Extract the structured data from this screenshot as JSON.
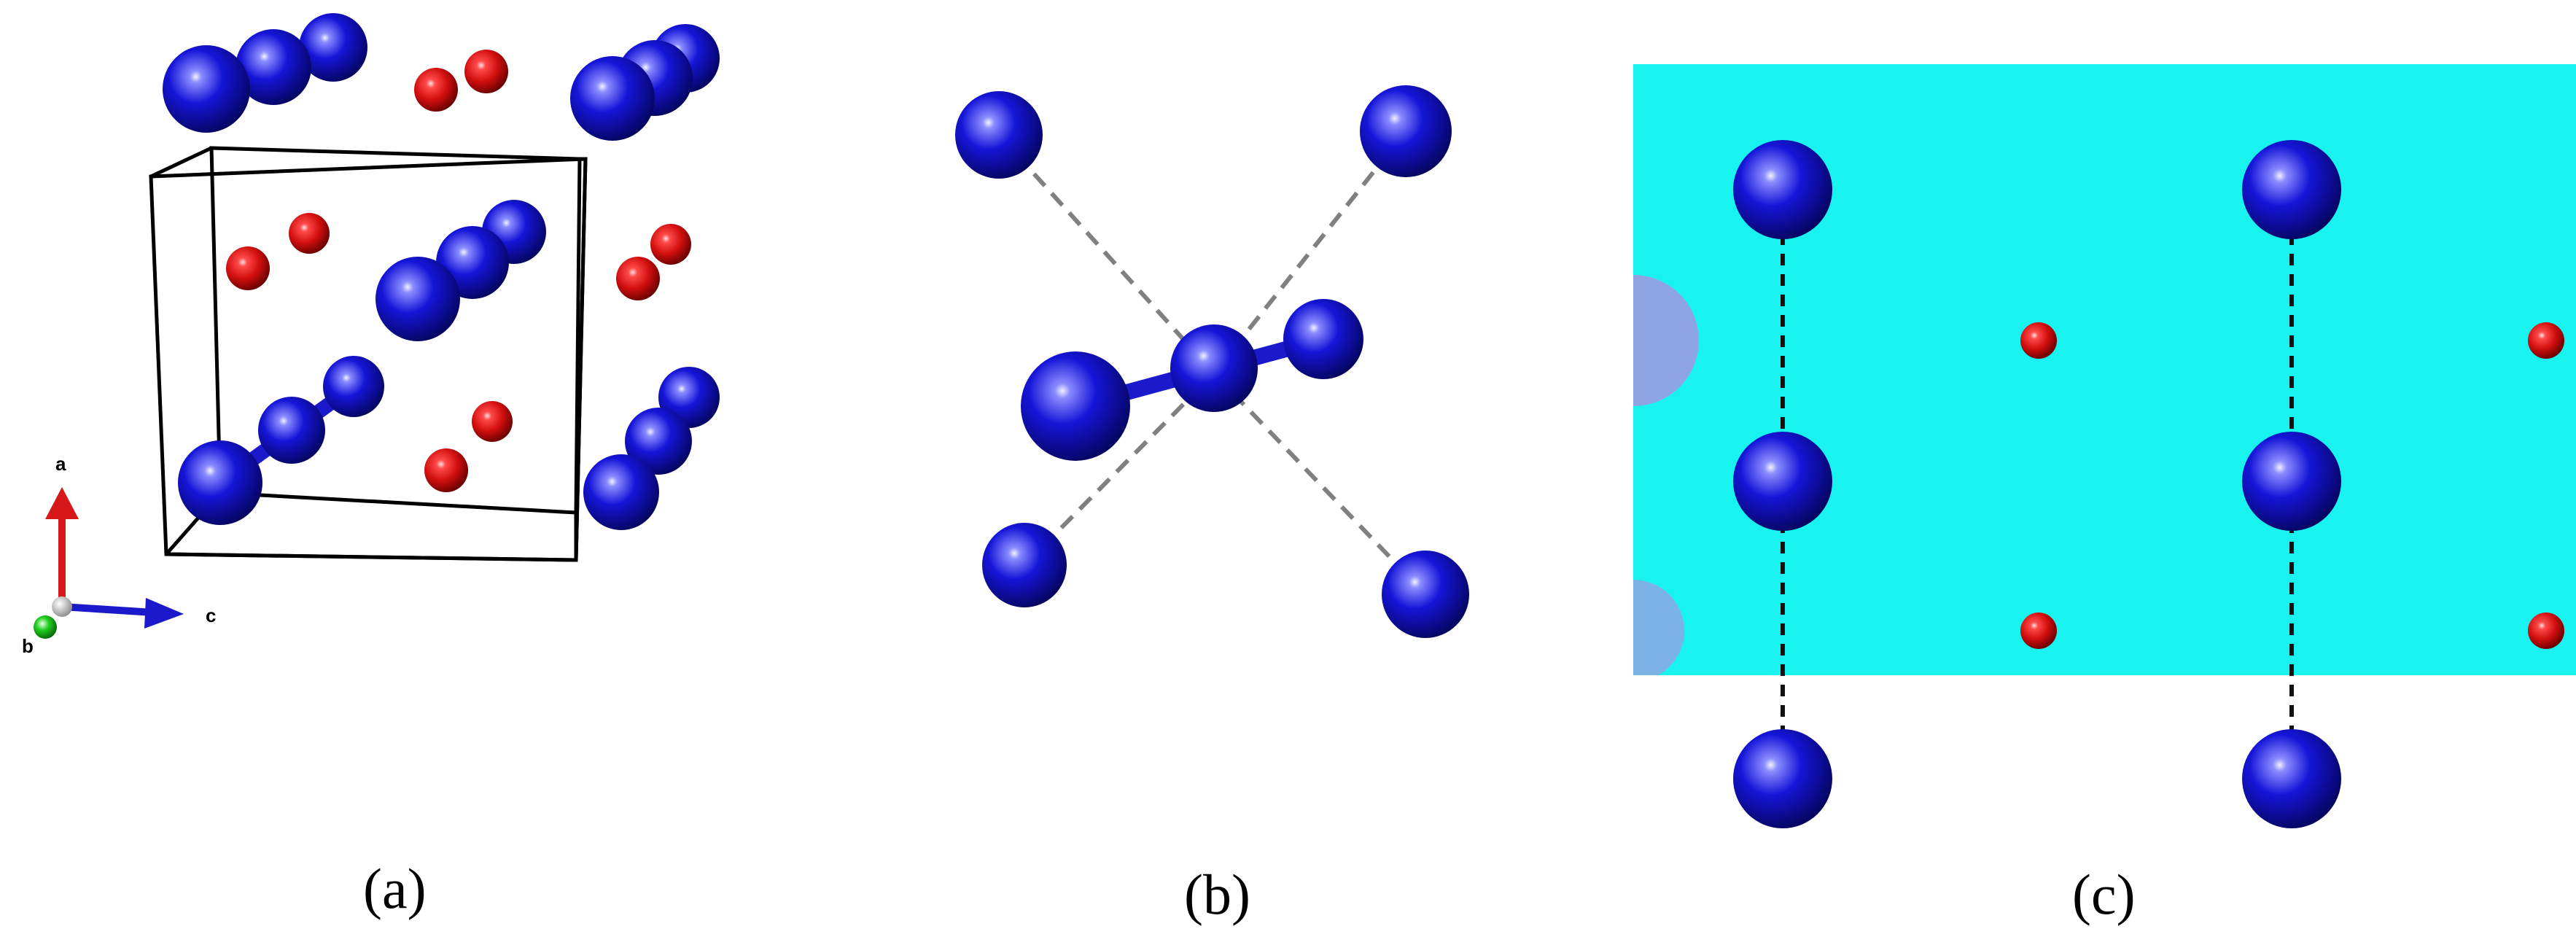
{
  "panels": [
    {
      "id": "a",
      "label": "(a)"
    },
    {
      "id": "b",
      "label": "(b)"
    },
    {
      "id": "c",
      "label": "(c)"
    }
  ],
  "axes": {
    "a": "a",
    "b": "b",
    "c": "c"
  },
  "colors": {
    "atom_large": "#1212cc",
    "atom_small": "#d01010",
    "bond": "#1a1acc",
    "cell_edge": "#000000",
    "dashed_link": "#7f7f7f",
    "map_cyan": "#19f3f0",
    "map_magenta": "#f05fd2",
    "map_red": "#f2384d",
    "map_orange": "#ffb43c",
    "map_yellow": "#ffff45"
  }
}
